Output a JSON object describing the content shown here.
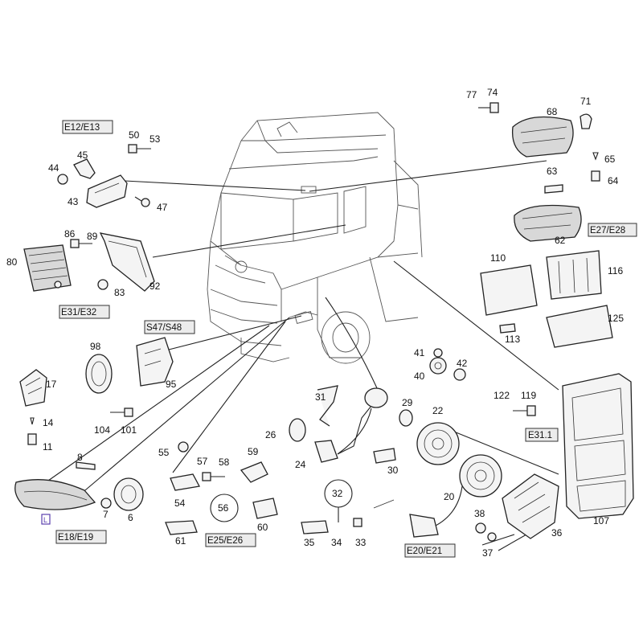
{
  "groups": {
    "e12_e13": "E12/E13",
    "e31_e32": "E31/E32",
    "s47_s48": "S47/S48",
    "e27_e28": "E27/E28",
    "e31_1": "E31.1",
    "e18_e19": "E18/E19",
    "e25_e26": "E25/E26",
    "e20_e21": "E20/E21"
  },
  "parts": {
    "p6": "6",
    "p7": "7",
    "p8": "8",
    "p11": "11",
    "p14": "14",
    "p17": "17",
    "p20": "20",
    "p22": "22",
    "p24": "24",
    "p26": "26",
    "p29": "29",
    "p30": "30",
    "p31": "31",
    "p32": "32",
    "p33": "33",
    "p34": "34",
    "p35": "35",
    "p36": "36",
    "p37": "37",
    "p38": "38",
    "p40": "40",
    "p41": "41",
    "p42": "42",
    "p43": "43",
    "p44": "44",
    "p45": "45",
    "p47": "47",
    "p50": "50",
    "p53": "53",
    "p54": "54",
    "p55": "55",
    "p56": "56",
    "p57": "57",
    "p58": "58",
    "p59": "59",
    "p60": "60",
    "p61": "61",
    "p62": "62",
    "p63": "63",
    "p64": "64",
    "p65": "65",
    "p68": "68",
    "p71": "71",
    "p74": "74",
    "p77": "77",
    "p80": "80",
    "p83": "83",
    "p86": "86",
    "p89": "89",
    "p92": "92",
    "p95": "95",
    "p98": "98",
    "p101": "101",
    "p104": "104",
    "p107": "107",
    "p110": "110",
    "p113": "113",
    "p116": "116",
    "p119": "119",
    "p122": "122",
    "p125": "125"
  },
  "marker": "L"
}
